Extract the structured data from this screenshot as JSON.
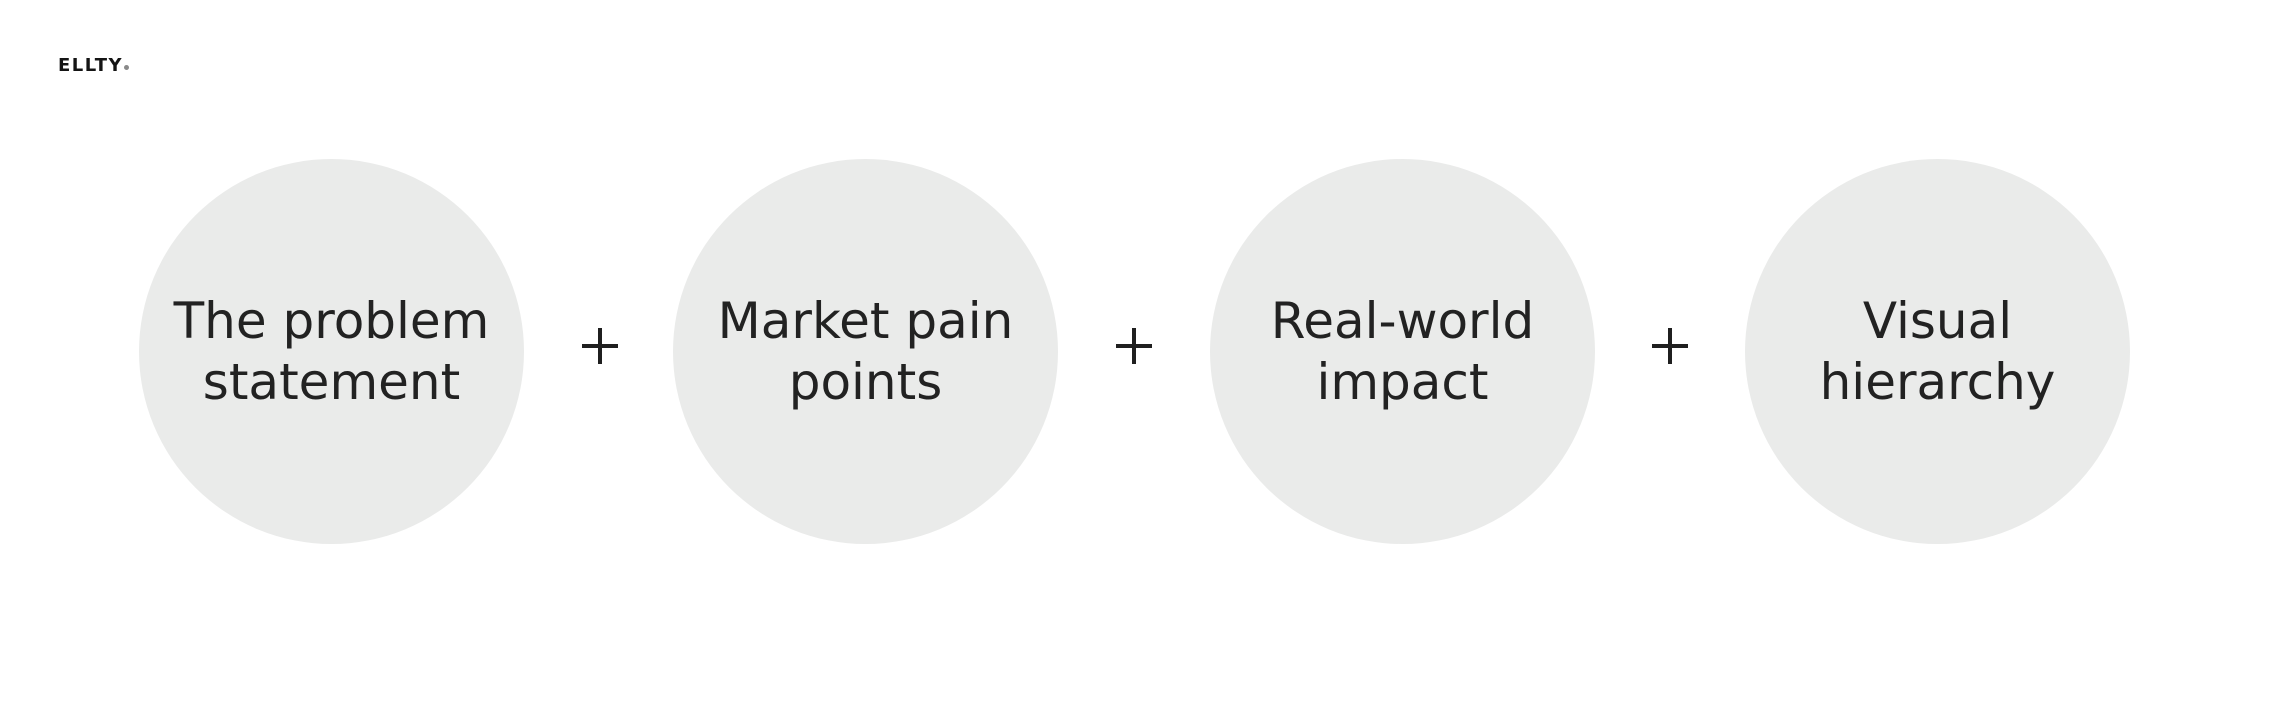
{
  "brand": {
    "logo_text": "ELLTY"
  },
  "steps": [
    {
      "label": "The problem statement"
    },
    {
      "label": "Market pain points"
    },
    {
      "label": "Real-world impact"
    },
    {
      "label": "Visual hierarchy"
    }
  ],
  "connector_icon": "plus-icon",
  "colors": {
    "background": "#ffffff",
    "circle_fill": "#eaebea",
    "text": "#222222"
  }
}
